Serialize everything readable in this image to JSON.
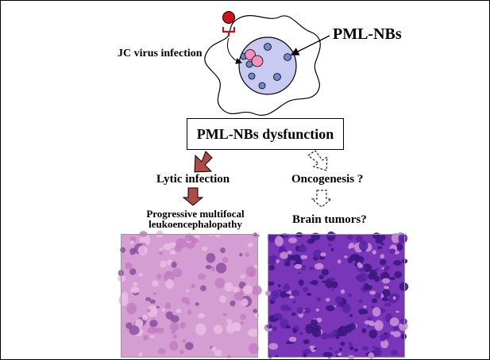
{
  "labels": {
    "jc_virus": "JC virus infection",
    "pml_nbs": "PML-NBs",
    "dysfunction": "PML-NBs dysfunction",
    "lytic": "Lytic infection",
    "oncogenesis": "Oncogenesis ?",
    "pml_disease_line1": "Progressive multifocal",
    "pml_disease_line2": "leukoencephalopathy",
    "brain_tumors": "Brain tumors?"
  },
  "colors": {
    "virus": "#d0101e",
    "receptor": "#b81818",
    "nucleus_fill": "#c9caf2",
    "nb_blue": "#6d8ac8",
    "nb_pink": "#f48fc4",
    "solid_arrow": "#b04a47",
    "pml_tissue": "#d59ed2",
    "tumor_tissue": "#7a36b8"
  },
  "micrographs": {
    "left": "pml-tissue-histology",
    "right": "brain-tumor-histology"
  }
}
